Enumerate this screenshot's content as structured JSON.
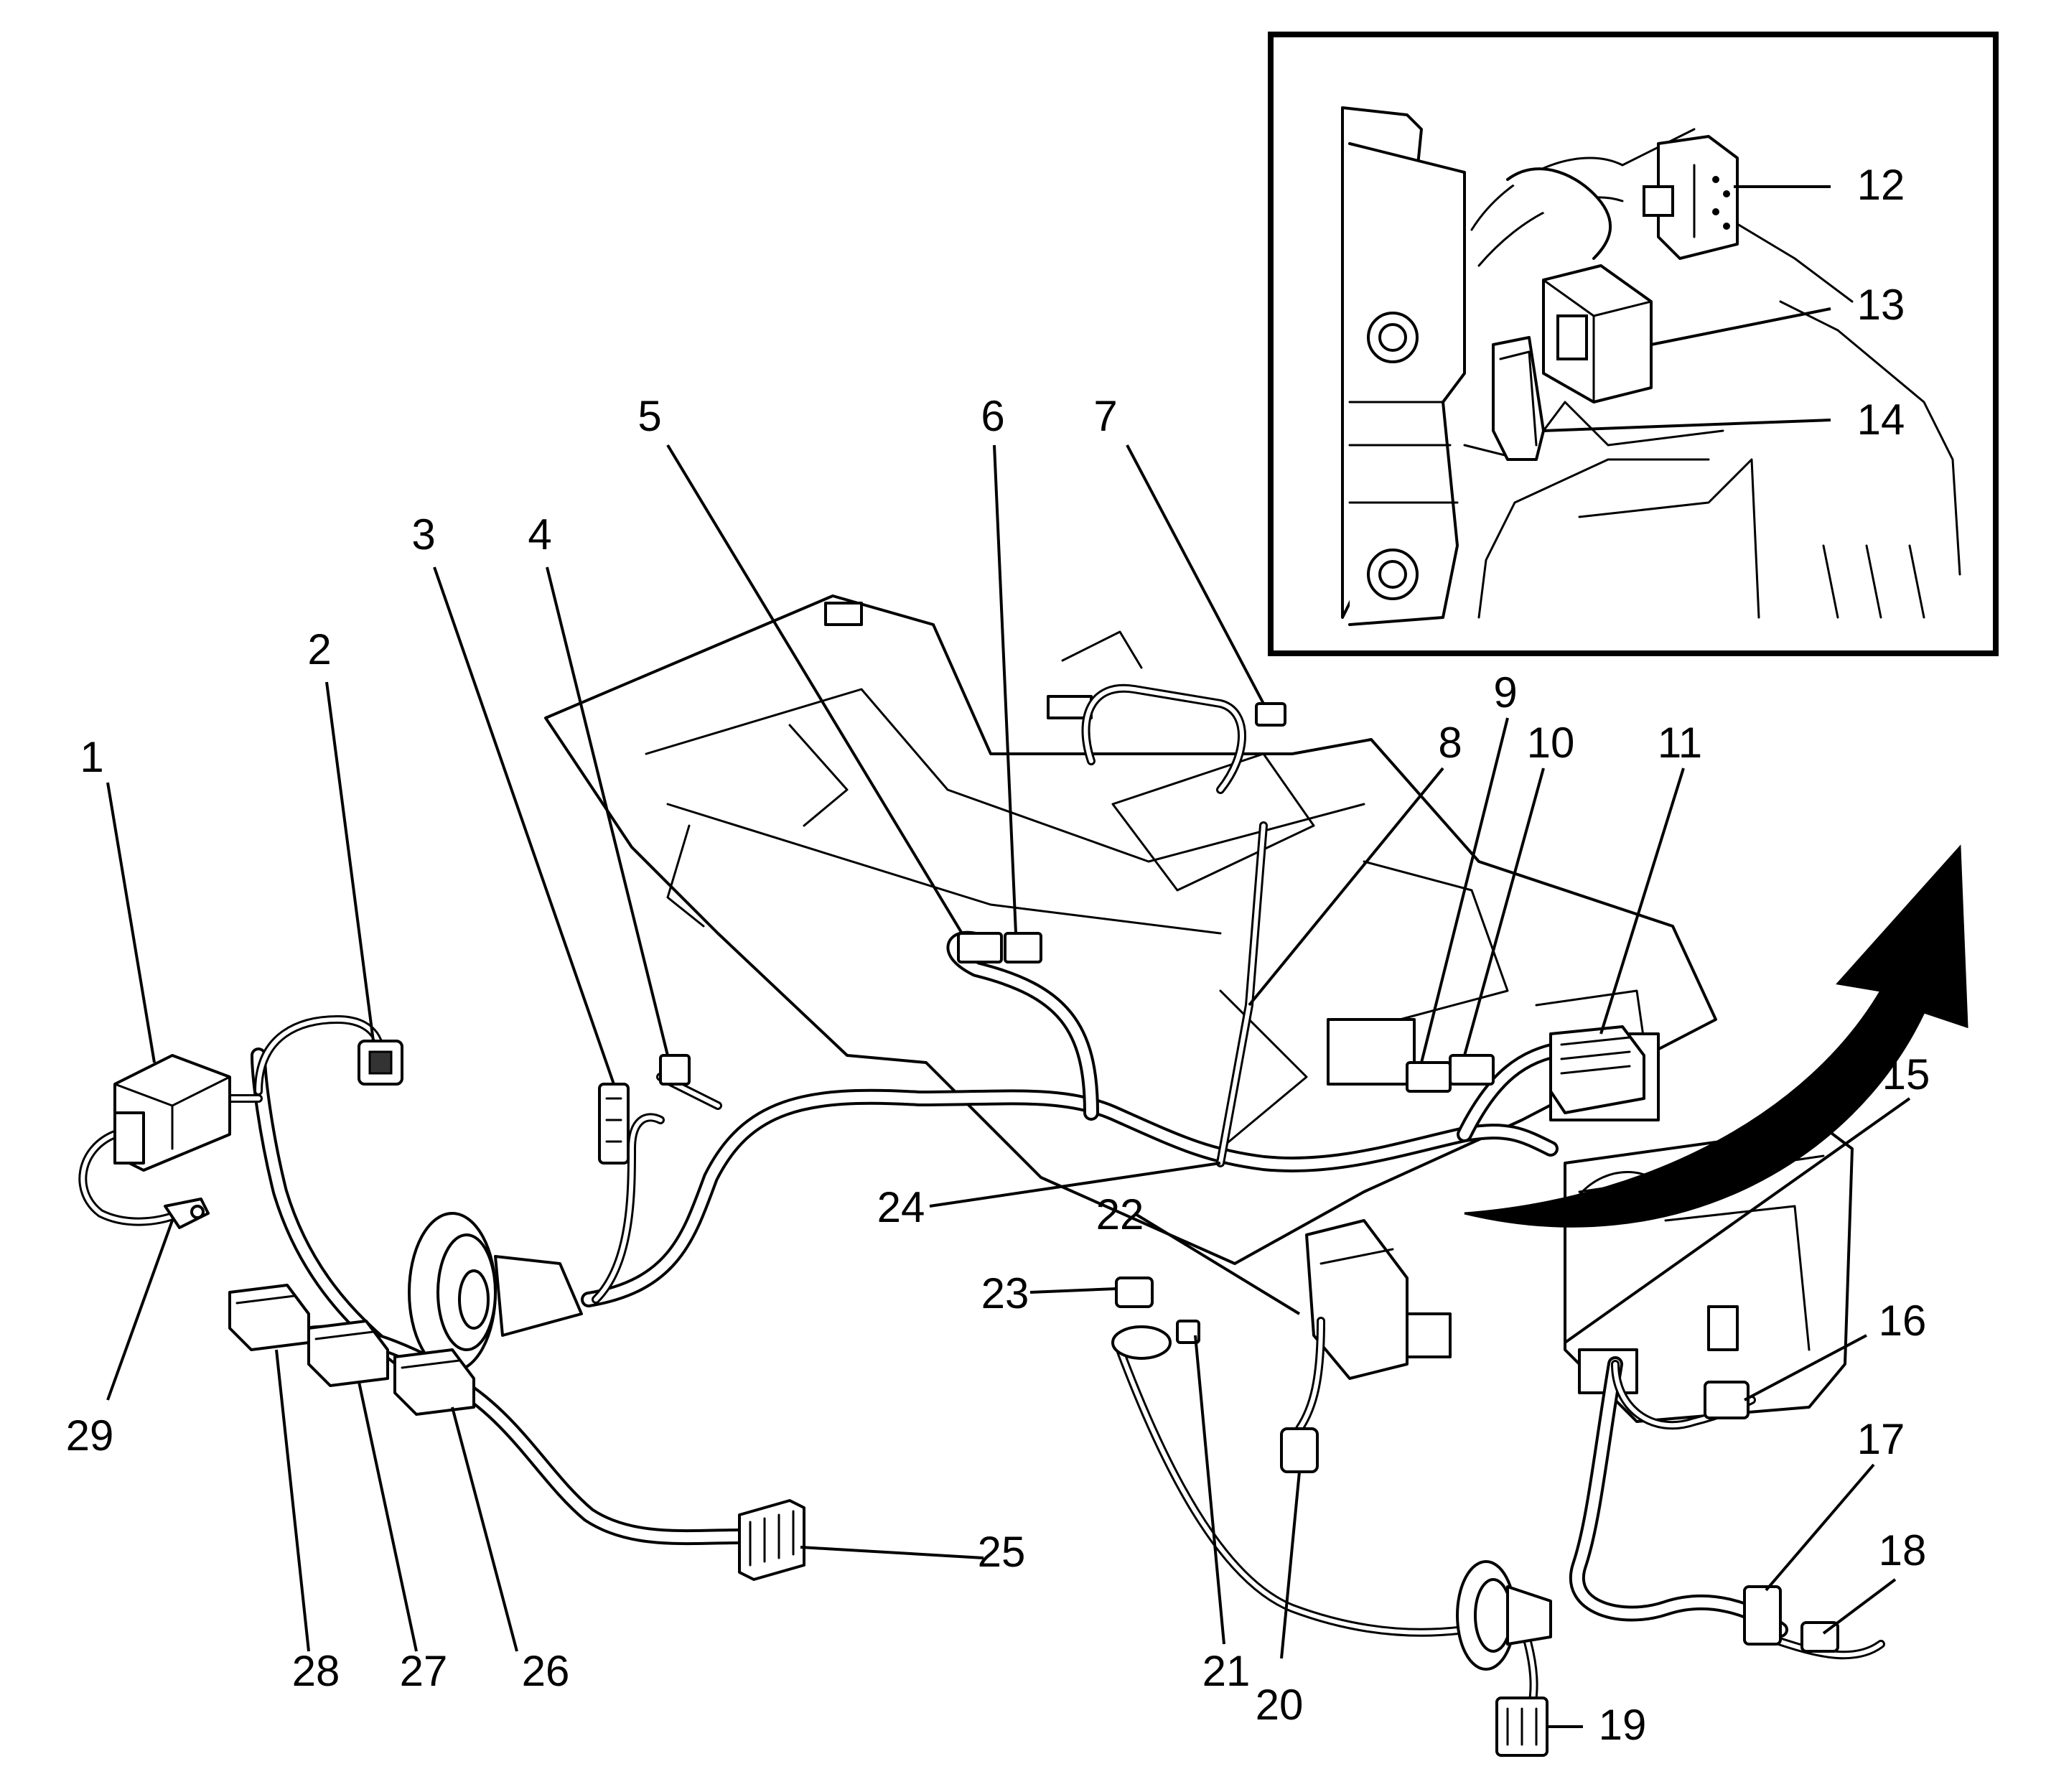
{
  "diagram": {
    "callouts": {
      "c1": "1",
      "c2": "2",
      "c3": "3",
      "c4": "4",
      "c5": "5",
      "c6": "6",
      "c7": "7",
      "c8": "8",
      "c9": "9",
      "c10": "10",
      "c11": "11",
      "c12": "12",
      "c13": "13",
      "c14": "14",
      "c15": "15",
      "c16": "16",
      "c17": "17",
      "c18": "18",
      "c19": "19",
      "c20": "20",
      "c21": "21",
      "c22": "22",
      "c23": "23",
      "c24": "24",
      "c25": "25",
      "c26": "26",
      "c27": "27",
      "c28": "28",
      "c29": "29"
    }
  }
}
